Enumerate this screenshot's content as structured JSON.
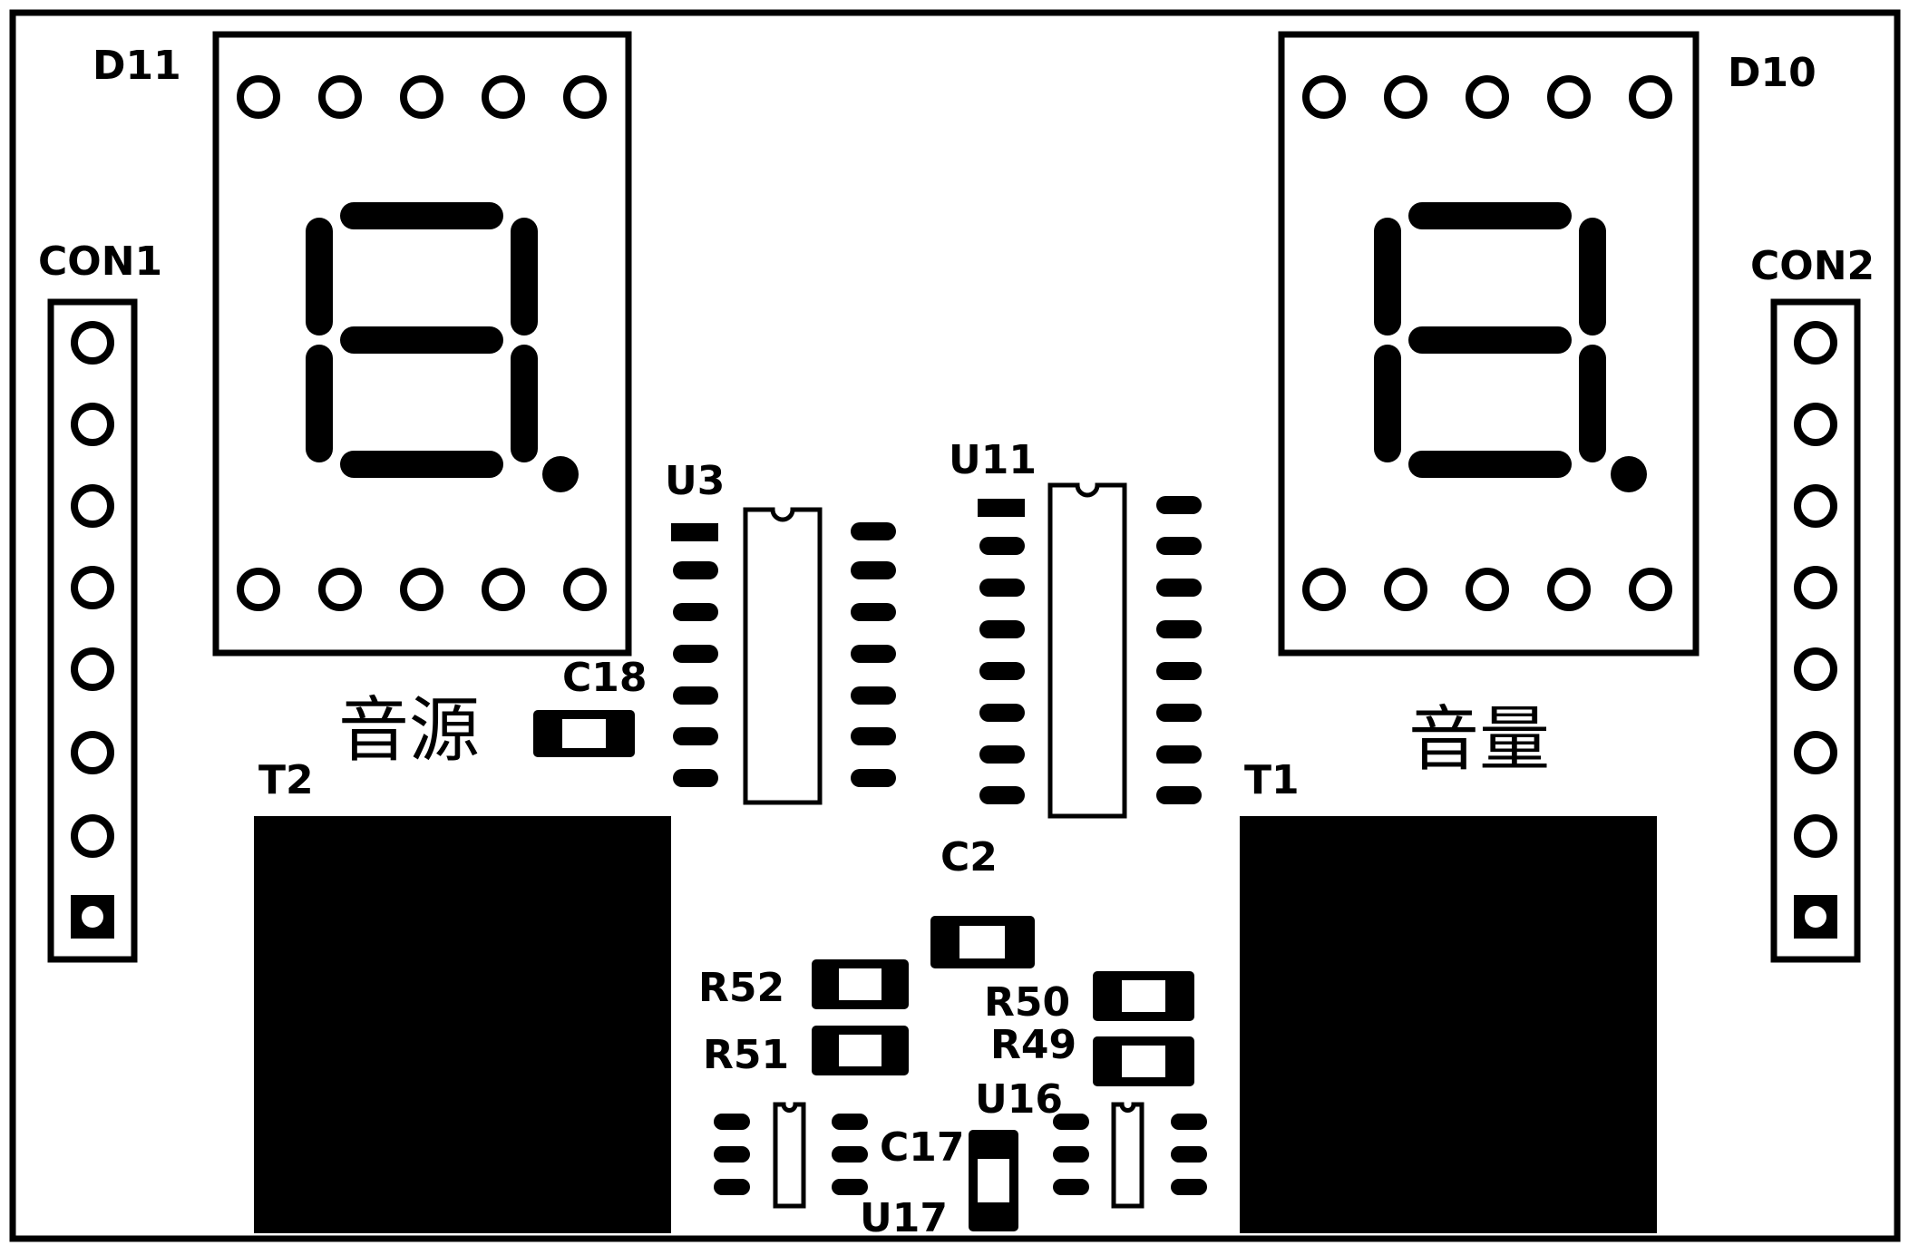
{
  "labels": {
    "d11": "D11",
    "d10": "D10",
    "con1": "CON1",
    "con2": "CON2",
    "u3": "U3",
    "u11": "U11",
    "c18": "C18",
    "c2": "C2",
    "t2": "T2",
    "t1": "T1",
    "r52": "R52",
    "r51": "R51",
    "r50": "R50",
    "r49": "R49",
    "u16": "U16",
    "c17": "C17",
    "u17": "U17",
    "source": "音源",
    "volume": "音量"
  },
  "colors": {
    "ink": "#000000",
    "board": "#ffffff"
  }
}
